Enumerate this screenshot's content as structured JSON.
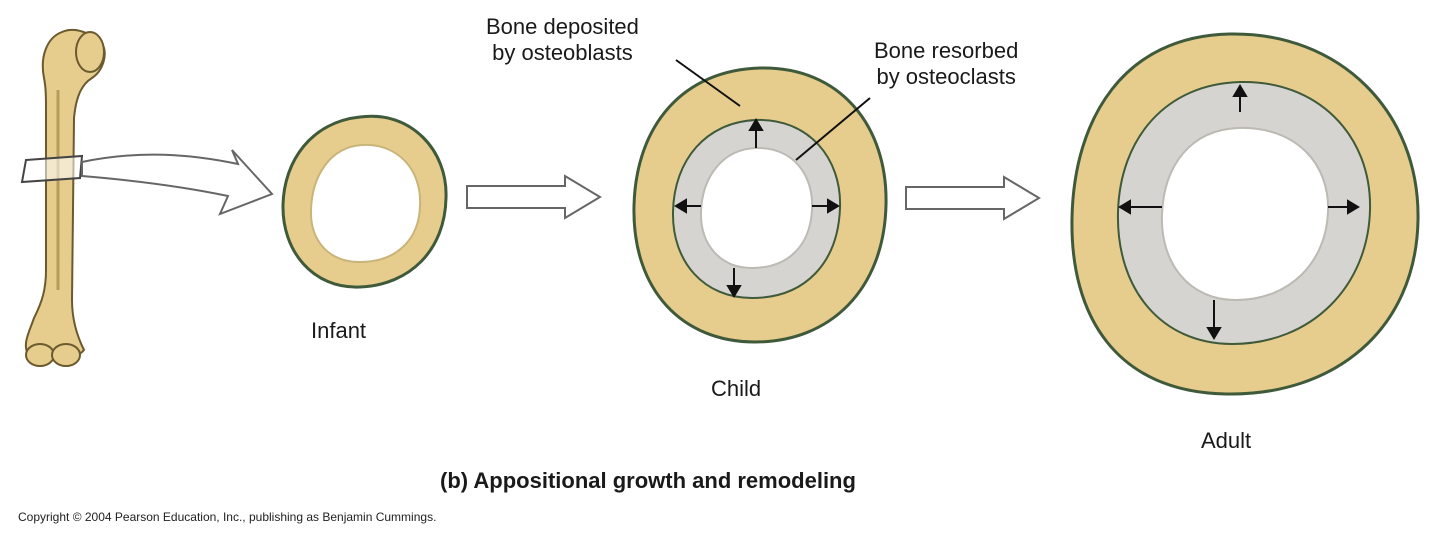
{
  "labels": {
    "bone_deposited_line1": "Bone deposited",
    "bone_deposited_line2": "by osteoblasts",
    "bone_resorbed_line1": "Bone resorbed",
    "bone_resorbed_line2": "by osteoclasts",
    "infant": "Infant",
    "child": "Child",
    "adult": "Adult"
  },
  "caption": "(b) Appositional growth and remodeling",
  "copyright": "Copyright © 2004 Pearson Education, Inc., publishing as Benjamin Cummings.",
  "colors": {
    "bone": "#e6cd8e",
    "bone_outline": "#3f5a3a",
    "resorbed": "#d6d4d0",
    "marrow": "#ffffff",
    "arrow_outline": "#666666"
  }
}
